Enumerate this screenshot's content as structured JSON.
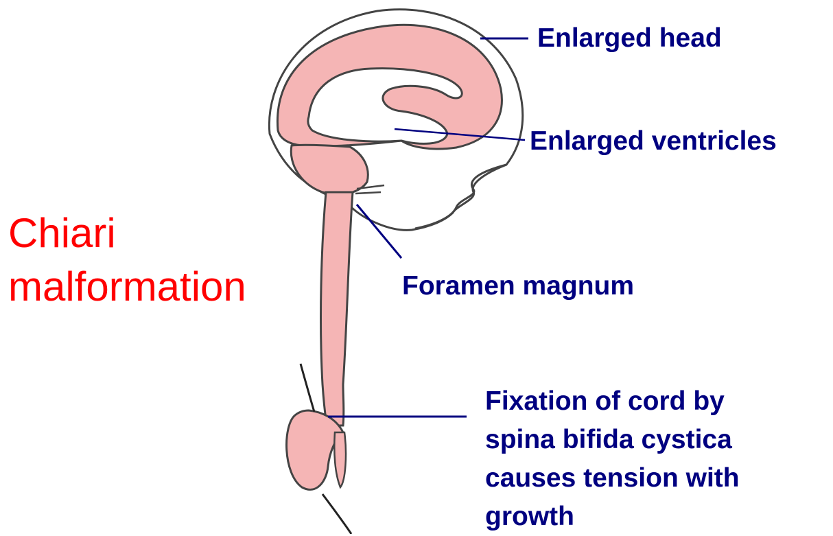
{
  "title": {
    "line1": "Chiari",
    "line2": "malformation"
  },
  "labels": {
    "head": "Enlarged head",
    "ventricles": "Enlarged ventricles",
    "foramen": "Foramen magnum",
    "fixation_line1": "Fixation of cord by",
    "fixation_line2": "spina bifida cystica",
    "fixation_line3": "causes tension with",
    "fixation_line4": "growth"
  },
  "colors": {
    "title": "#ff0000",
    "label_text": "#000080",
    "leader_line": "#000080",
    "tissue_fill": "#f5b5b5",
    "outline": "#444444",
    "ventricle_fill": "#ffffff"
  }
}
